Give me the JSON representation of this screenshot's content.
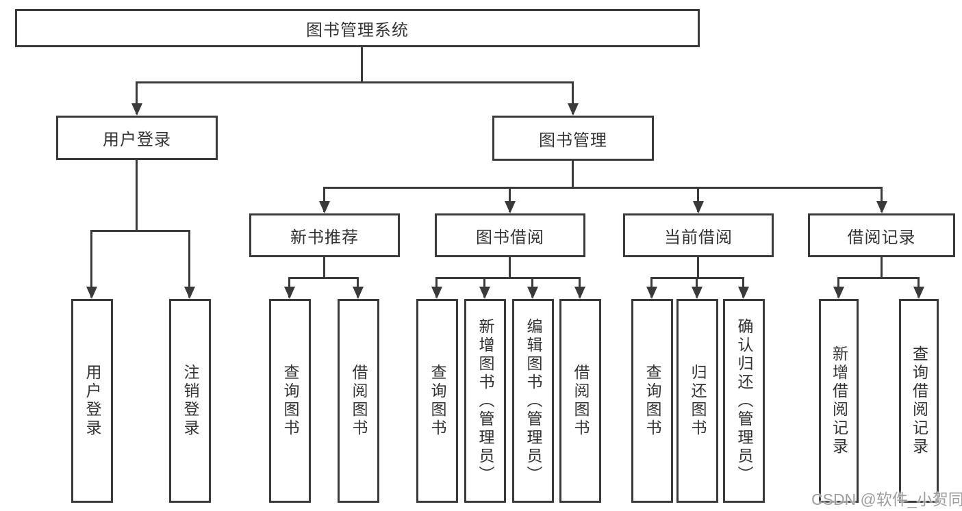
{
  "diagram": {
    "root": {
      "label": "图书管理系统"
    },
    "level2": [
      {
        "label": "用户登录"
      },
      {
        "label": "图书管理"
      }
    ],
    "level3": [
      {
        "label": "新书推荐"
      },
      {
        "label": "图书借阅"
      },
      {
        "label": "当前借阅"
      },
      {
        "label": "借阅记录"
      }
    ],
    "leaves": {
      "login": [
        "用户登录",
        "注销登录"
      ],
      "recommend": [
        "查询图书",
        "借阅图书"
      ],
      "borrow": [
        "查询图书",
        "新增图书（管理员）",
        "编辑图书（管理员）",
        "借阅图书"
      ],
      "current": [
        "查询图书",
        "归还图书",
        "确认归还（管理员）"
      ],
      "records": [
        "新增借阅记录",
        "查询借阅记录"
      ]
    }
  },
  "watermark": {
    "text": "CSDN @软件_小贺同学"
  },
  "colors": {
    "line": "#3a3a3a",
    "text": "#333333",
    "node_fill": "#ffffff",
    "watermark": "#9e9e9e",
    "background": "#ffffff"
  }
}
